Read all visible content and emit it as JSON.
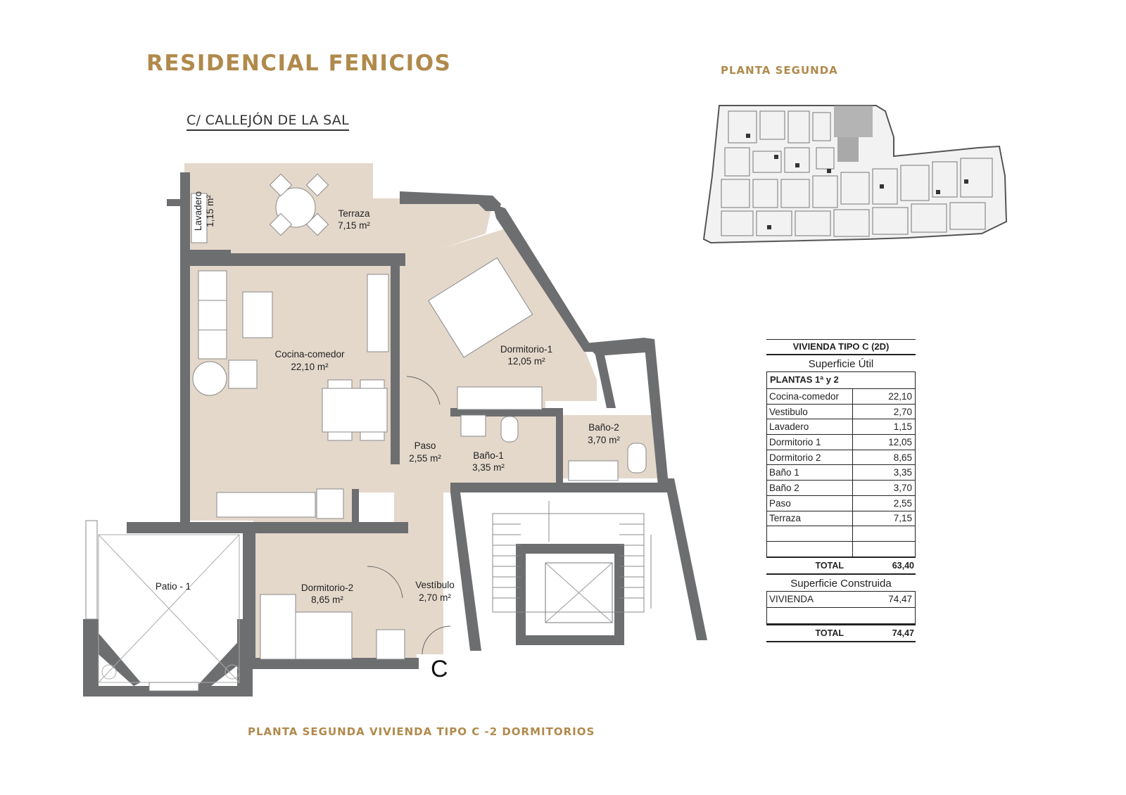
{
  "header": {
    "title": "RESIDENCIAL FENICIOS",
    "plan_label": "PLANTA SEGUNDA",
    "street": "C/ CALLEJÓN DE LA SAL"
  },
  "rooms": {
    "terraza_name": "Terraza",
    "terraza_area": "7,15 m²",
    "lavadero_name": "Lavadero",
    "lavadero_area": "1,15 m²",
    "cocina_name": "Cocina-comedor",
    "cocina_area": "22,10 m²",
    "dormitorio1_name": "Dormitorio-1",
    "dormitorio1_area": "12,05 m²",
    "bano2_name": "Baño-2",
    "bano2_area": "3,70 m²",
    "paso_name": "Paso",
    "paso_area": "2,55 m²",
    "bano1_name": "Baño-1",
    "bano1_area": "3,35 m²",
    "patio_name": "Patio - 1",
    "dormitorio2_name": "Dormitorio-2",
    "dormitorio2_area": "8,65 m²",
    "vestibulo_name": "Vestíbulo",
    "vestibulo_area": "2,70 m²",
    "unit_letter": "C"
  },
  "colors": {
    "accent_gold": "#b08a4c",
    "wall_gray": "#6d6e70",
    "floor_beige": "#e4d8cb"
  },
  "table": {
    "title": "VIVIENDA TIPO C (2D)",
    "useful_label": "Superficie Útil",
    "floors_label": "PLANTAS 1ª y 2",
    "rows": [
      {
        "name": "Cocina-comedor",
        "value": "22,10"
      },
      {
        "name": "Vestibulo",
        "value": "2,70"
      },
      {
        "name": "Lavadero",
        "value": "1,15"
      },
      {
        "name": "Dormitorio 1",
        "value": "12,05"
      },
      {
        "name": "Dormitorio 2",
        "value": "8,65"
      },
      {
        "name": "Baño 1",
        "value": "3,35"
      },
      {
        "name": "Baño 2",
        "value": "3,70"
      },
      {
        "name": "Paso",
        "value": "2,55"
      },
      {
        "name": "Terraza",
        "value": "7,15"
      }
    ],
    "total_label": "TOTAL",
    "total_useful": "63,40",
    "built_label": "Superficie Construida",
    "vivienda_label": "VIVIENDA",
    "vivienda_value": "74,47",
    "total_built": "74,47"
  },
  "footer": {
    "caption": "PLANTA SEGUNDA  VIVIENDA TIPO C -2 DORMITORIOS"
  }
}
